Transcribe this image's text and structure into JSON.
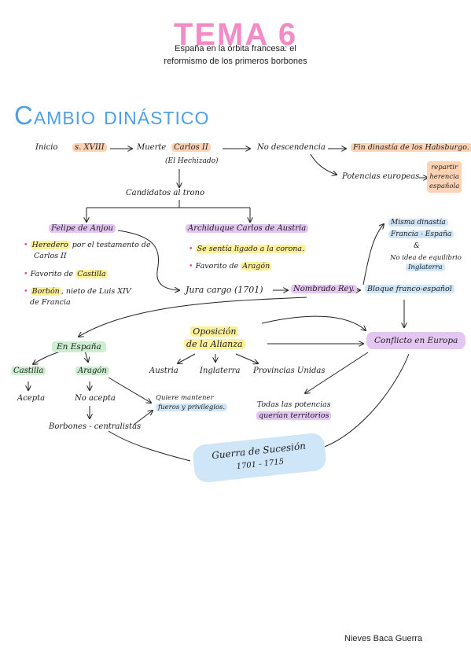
{
  "header": {
    "title": "TEMA 6",
    "subtitle_line1": "España en la órbita francesa: el",
    "subtitle_line2": "reformismo de los primeros borbones"
  },
  "section": {
    "heading": "Cambio dinástico"
  },
  "nodes": {
    "inicio": "Inicio",
    "siglo": "s. XVIII",
    "muerte": "Muerte",
    "carlos": "Carlos II",
    "hechizado": "(El Hechizado)",
    "no_descendencia": "No descendencia",
    "fin_dinastia": "Fin dinastía de los Habsburgo.",
    "potencias": "Potencias europeas",
    "repartir1": "repartir",
    "repartir2": "herencia",
    "repartir3": "española",
    "candidatos": "Candidatos al trono",
    "felipe": "Felipe de Anjou",
    "felipe_b1a": "Heredero",
    "felipe_b1b": "por el testamento de",
    "felipe_b1c": "Carlos II",
    "felipe_b2a": "Favorito de",
    "felipe_b2b": "Castilla",
    "felipe_b3a": "Borbón",
    "felipe_b3b": ", nieto de Luis XIV",
    "felipe_b3c": "de Francia",
    "archiduque": "Archiduque Carlos de Austria",
    "arch_b1": "Se sentía ligado a la corona.",
    "arch_b2a": "Favorito de",
    "arch_b2b": "Aragón",
    "jura": "Jura cargo (1701)",
    "nombrado": "Nombrado Rey.",
    "bloque": "Bloque franco-español",
    "misma1": "Misma dinastía",
    "misma2": "Francia - España",
    "misma_amp": "&",
    "idea1": "No idea de equilibrio",
    "idea2": "Inglaterra",
    "en_espana": "En España",
    "castilla": "Castilla",
    "aragon": "Aragón",
    "acepta": "Acepta",
    "no_acepta": "No acepta",
    "borbones": "Borbones - centralistas",
    "quiere1": "Quiere mantener",
    "quiere2": "fueros y privilegios.",
    "oposicion1": "Oposición",
    "oposicion2": "de la Alianza",
    "austria": "Austria",
    "inglaterra": "Inglaterra",
    "provincias": "Provincias Unidas",
    "conflicto": "Conflicto en Europa",
    "todas1": "Todas las potencias",
    "todas2": "querían territorios",
    "guerra1": "Guerra de Sucesión",
    "guerra2": "1701 - 1715"
  },
  "colors": {
    "title_pink": "#f48bc7",
    "heading_blue": "#4ea0e6",
    "hl_orange": "#fcd3b4",
    "hl_purple": "#e4c6f2",
    "hl_yellow": "#fdf09a",
    "hl_green": "#cdeed1",
    "hl_blue": "#cfe5f8",
    "bullet_pink": "#ee3ea2"
  },
  "footer": {
    "author": "Nieves Baca Guerra"
  }
}
